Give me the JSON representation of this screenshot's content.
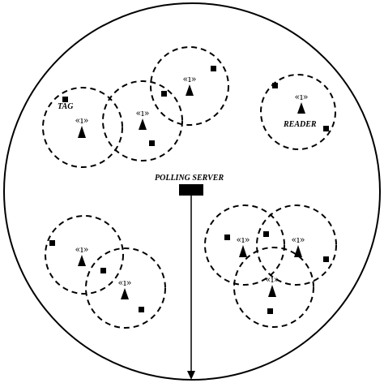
{
  "labels": {
    "tag": "TAG",
    "reader": "READER",
    "polling_server": "POLLING SERVER"
  },
  "icons": {
    "reader": "reader-antenna-icon",
    "tag": "tag-square-icon",
    "server": "polling-server-icon",
    "waves": "«ı»"
  },
  "colors": {
    "stroke": "#000000",
    "background": "#ffffff"
  }
}
